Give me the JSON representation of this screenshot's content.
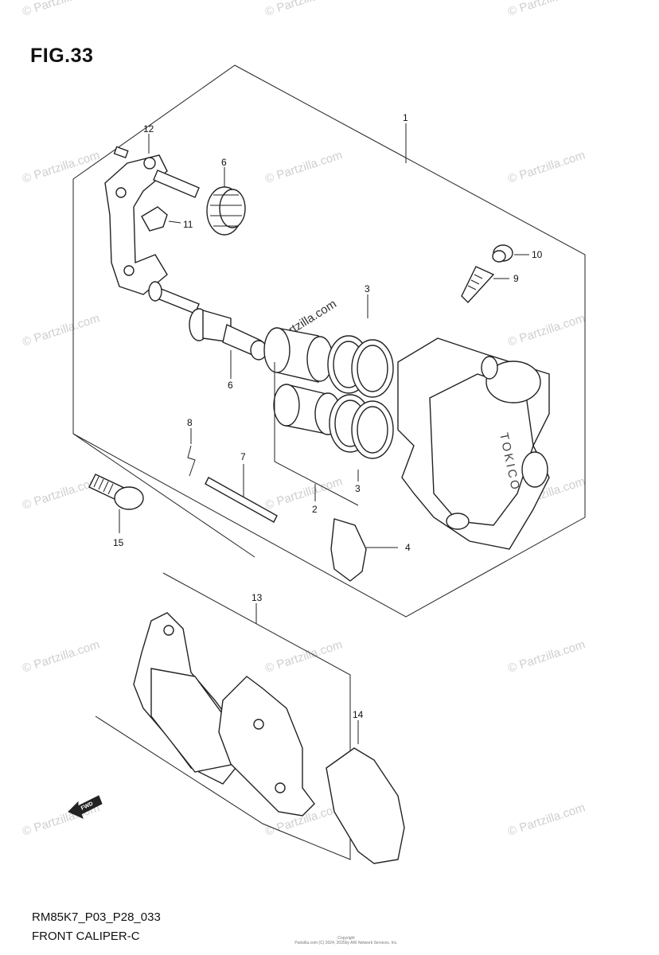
{
  "figure": {
    "title": "FIG.33",
    "code": "RM85K7_P03_P28_033",
    "name": "FRONT CALIPER-C",
    "copyright_line1": "Copyright",
    "copyright_line2": "Partzilla.com (C) 2024, 2025by ARI Network Services, Inc.",
    "brand_mark": "TOKICO",
    "direction_mark": "FWD"
  },
  "callouts": [
    {
      "id": "c1",
      "label": "1"
    },
    {
      "id": "c2",
      "label": "2"
    },
    {
      "id": "c3a",
      "label": "3"
    },
    {
      "id": "c3b",
      "label": "3"
    },
    {
      "id": "c4",
      "label": "4"
    },
    {
      "id": "c6a",
      "label": "6"
    },
    {
      "id": "c6b",
      "label": "6"
    },
    {
      "id": "c7",
      "label": "7"
    },
    {
      "id": "c8",
      "label": "8"
    },
    {
      "id": "c9",
      "label": "9"
    },
    {
      "id": "c10",
      "label": "10"
    },
    {
      "id": "c11",
      "label": "11"
    },
    {
      "id": "c12",
      "label": "12"
    },
    {
      "id": "c13",
      "label": "13"
    },
    {
      "id": "c14",
      "label": "14"
    },
    {
      "id": "c15",
      "label": "15"
    }
  ],
  "watermark": {
    "text": "© Partzilla.com",
    "center_text": "© Partzilla.com"
  }
}
